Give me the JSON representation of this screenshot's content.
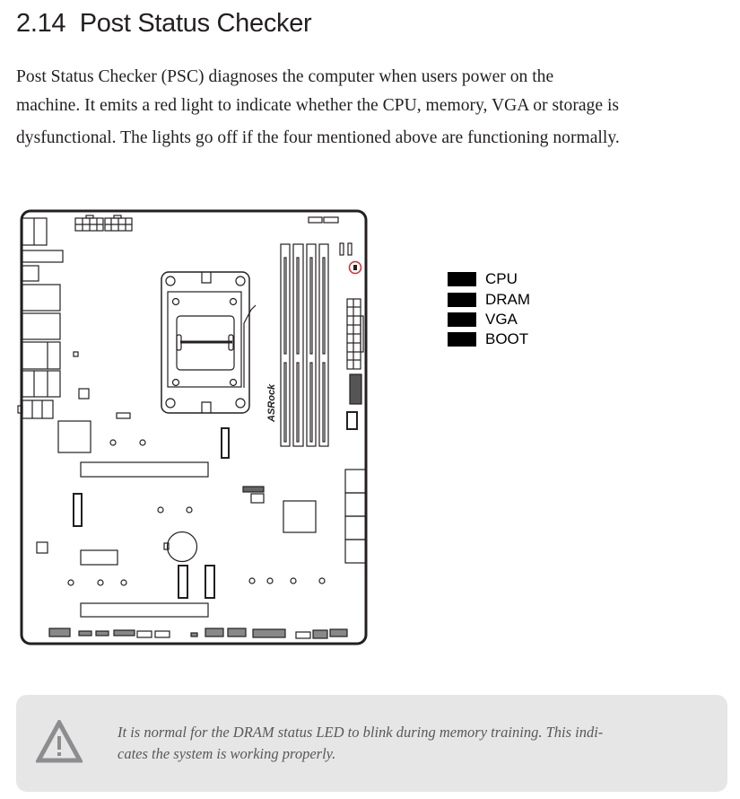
{
  "section": {
    "number": "2.14",
    "title": "Post Status Checker",
    "paragraph_lines": [
      "Post Status Checker (PSC) diagnoses the computer when users power on the",
      "machine. It emits a red light to indicate whether the CPU, memory, VGA or storage is",
      "dysfunctional. The lights go off if the four mentioned above are functioning normally."
    ]
  },
  "diagram": {
    "brand_logo": "ASRock",
    "highlight_color": "#d7262b",
    "legend": [
      {
        "label": "CPU"
      },
      {
        "label": "DRAM"
      },
      {
        "label": "VGA"
      },
      {
        "label": "BOOT"
      }
    ]
  },
  "note": {
    "icon": "warning-triangle-icon",
    "lines": [
      "It is normal for the DRAM status LED to blink during memory training. This indi-",
      "cates the system is working properly."
    ]
  }
}
